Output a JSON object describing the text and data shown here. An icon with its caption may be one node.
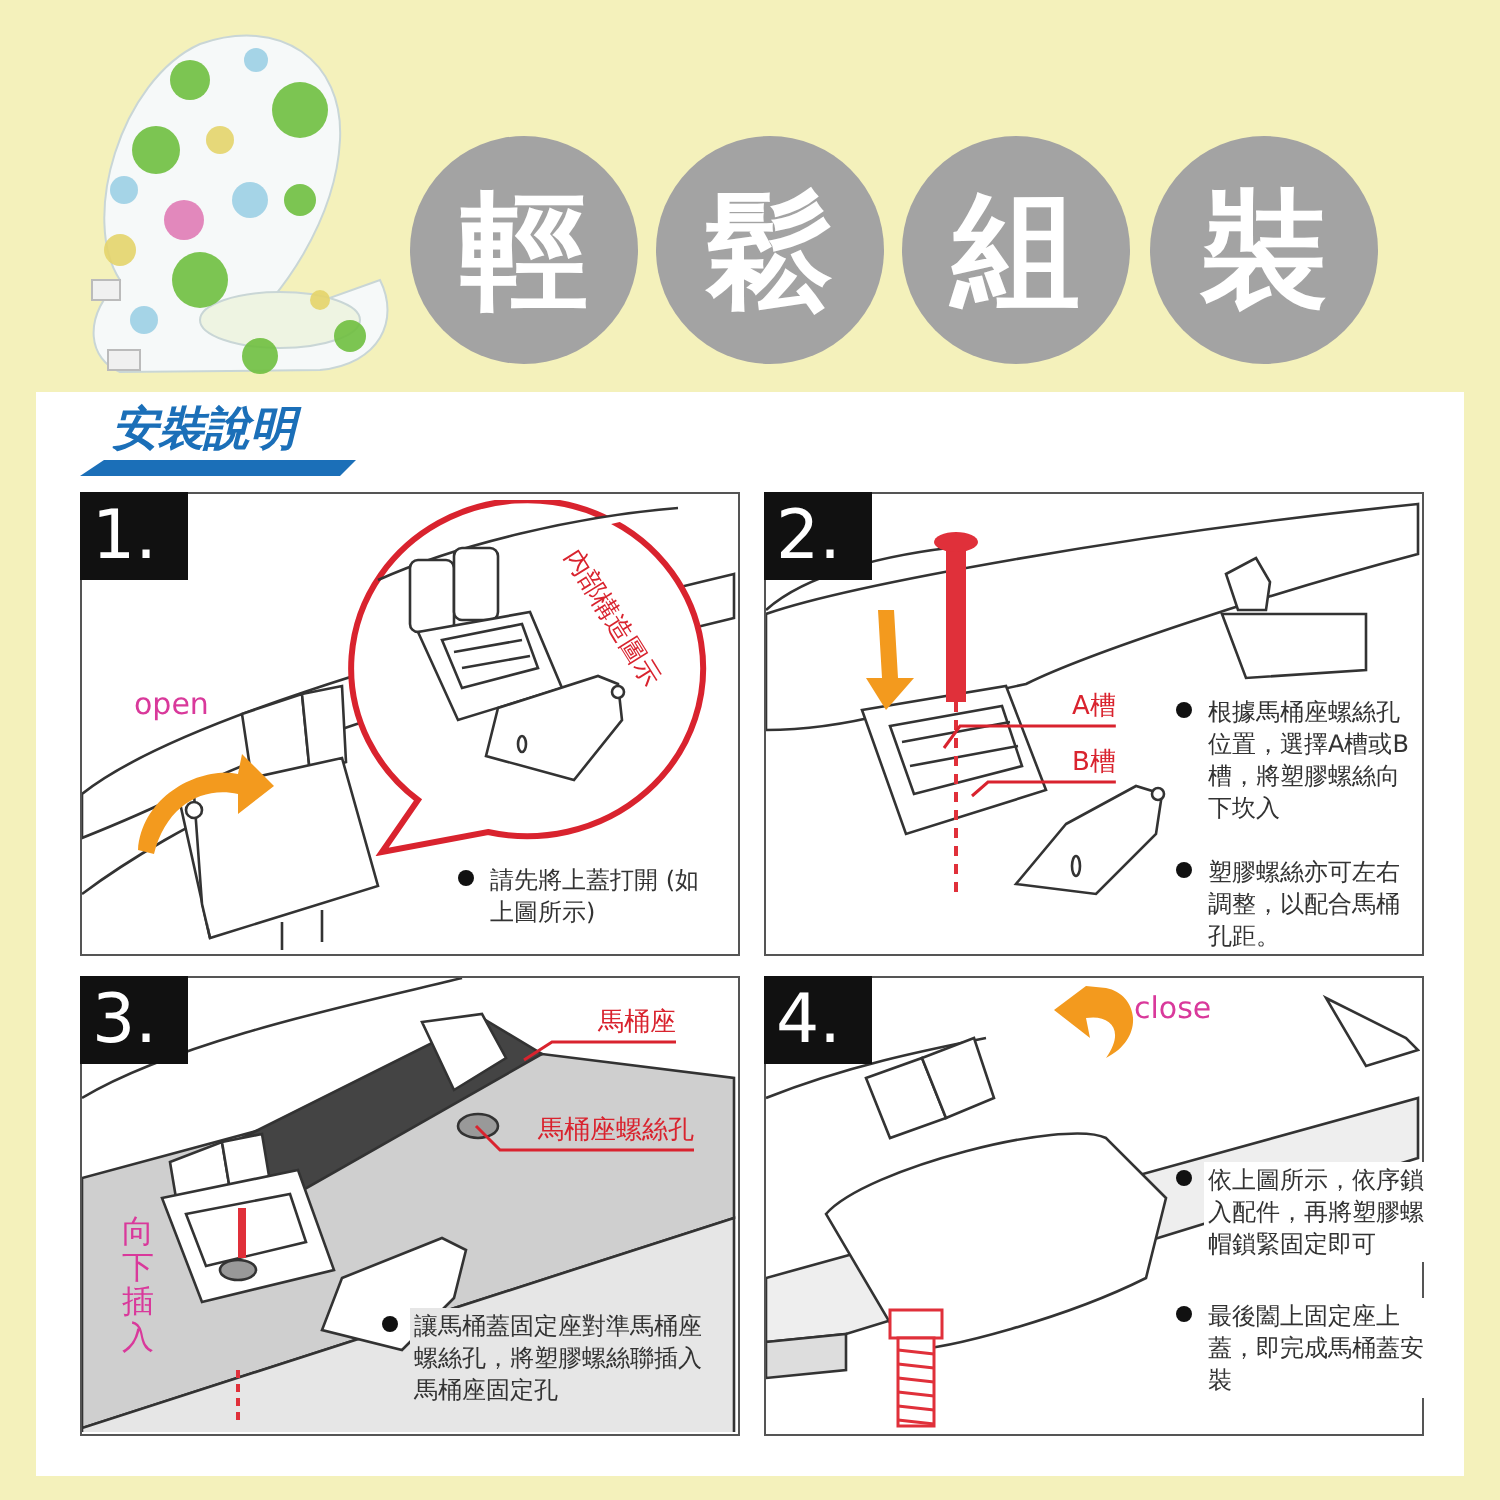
{
  "diagram": {
    "nodes": [
      {
        "text": [
          "輕"
        ]
      },
      {
        "text": [
          "鬆"
        ]
      },
      {
        "text": [
          "組"
        ]
      },
      {
        "text": [
          "裝"
        ]
      },
      {
        "text": [
          "1.",
          "請先將上蓋打開 (如上圖所示)"
        ]
      },
      {
        "text": [
          "內部構造圖示"
        ],
        "in": 4
      },
      {
        "text": [
          "2.",
          "根據馬桶座螺絲孔位置，選擇A槽或B槽，將塑膠螺絲向下坎入",
          "塑膠螺絲亦可左右調整，以配合馬桶孔距。"
        ]
      },
      {
        "text": [
          "A槽"
        ],
        "in": 6
      },
      {
        "text": [
          "B槽"
        ],
        "in": 6
      },
      {
        "text": [
          "3.",
          "讓馬桶蓋固定座對準馬桶座螺絲孔，將塑膠螺絲聯插入馬桶座固定孔"
        ]
      },
      {
        "text": [
          "馬桶座"
        ],
        "in": 9
      },
      {
        "text": [
          "馬桶座螺絲孔"
        ],
        "in": 9
      },
      {
        "text": [
          "4.",
          "依上圖所示，依序鎖入配件，再將塑膠螺帽鎖緊固定即可",
          "最後闔上固定座上蓋，即完成馬桶蓋安裝"
        ]
      }
    ],
    "edges": [
      {
        "from": 7,
        "to": null,
        "arrow": "none",
        "color": "#d9232e"
      },
      {
        "from": 8,
        "to": null,
        "arrow": "none",
        "color": "#d9232e"
      },
      {
        "from": 10,
        "to": null,
        "arrow": "none",
        "color": "#d9232e"
      },
      {
        "from": 11,
        "to": null,
        "arrow": "none",
        "color": "#d9232e"
      }
    ],
    "labels": [
      "安裝說明",
      "open",
      "向下插入",
      "close"
    ]
  }
}
